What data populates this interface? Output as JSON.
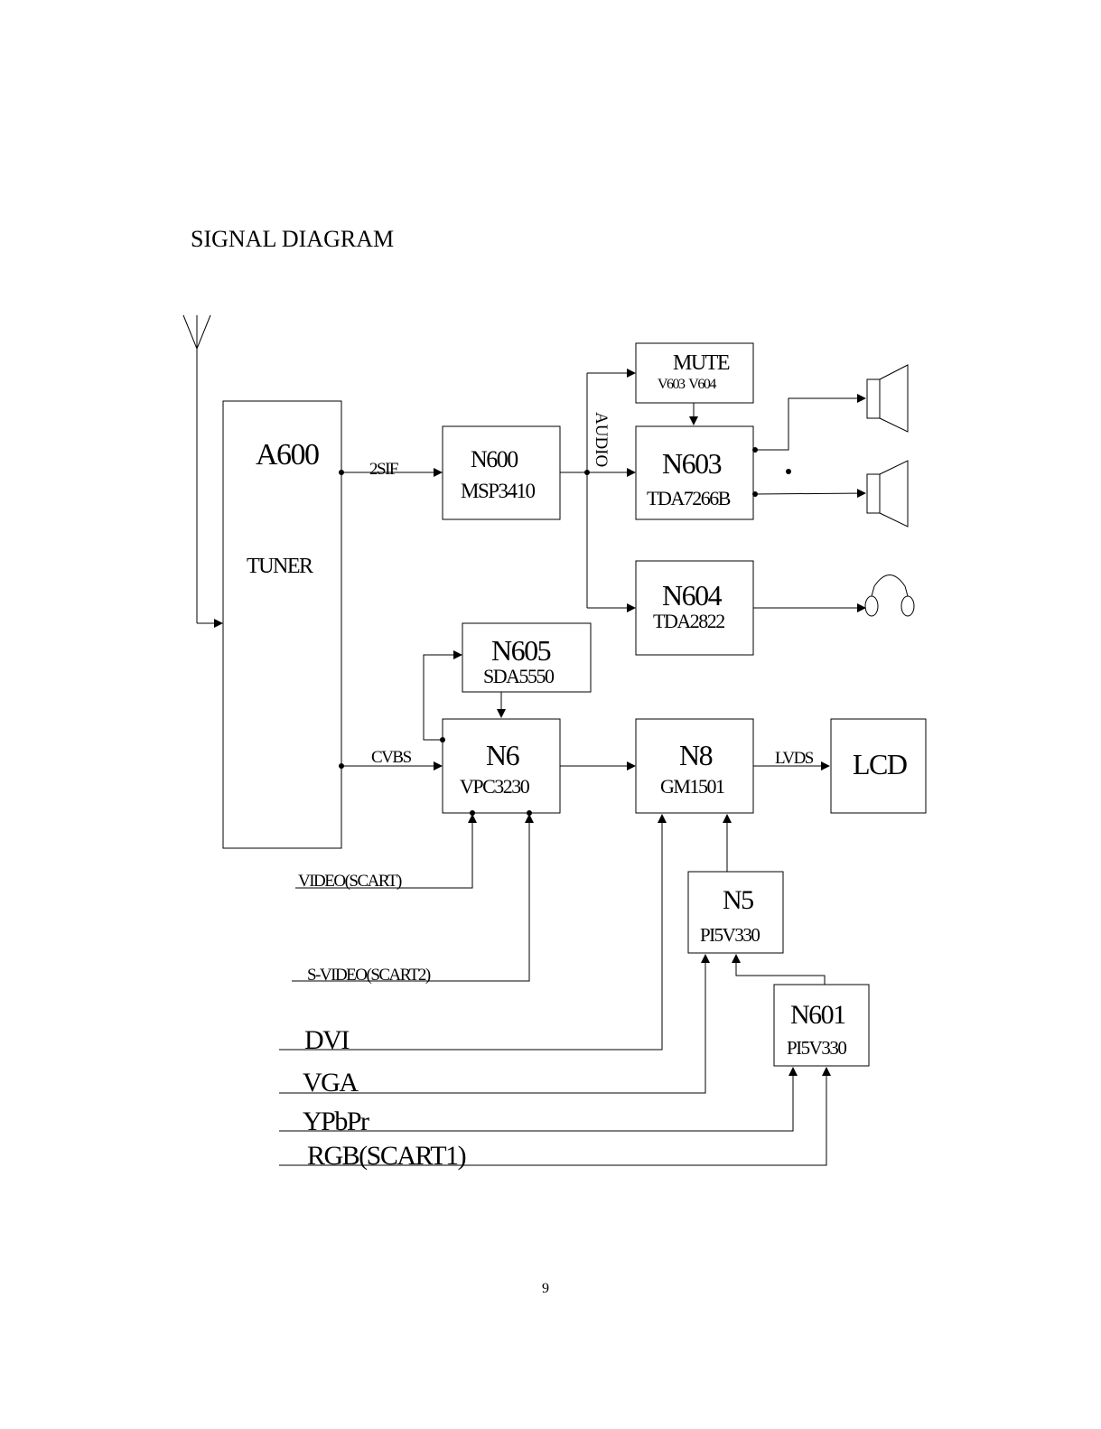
{
  "page": {
    "title": "SIGNAL DIAGRAM",
    "page_number": "9"
  },
  "blocks": {
    "tuner": {
      "name": "A600",
      "part": "TUNER"
    },
    "n600": {
      "name": "N600",
      "part": "MSP3410"
    },
    "mute": {
      "name": "MUTE",
      "part": "V603  V604"
    },
    "n603": {
      "name": "N603",
      "part": "TDA7266B"
    },
    "n604": {
      "name": "N604",
      "part": "TDA2822"
    },
    "n605": {
      "name": "N605",
      "part": "SDA5550"
    },
    "n6": {
      "name": "N6",
      "part": "VPC3230"
    },
    "n8": {
      "name": "N8",
      "part": "GM1501"
    },
    "lcd": {
      "name": "LCD"
    },
    "n5": {
      "name": "N5",
      "part": "PI5V330"
    },
    "n601": {
      "name": "N601",
      "part": "PI5V330"
    }
  },
  "signals": {
    "sif": "2SIF",
    "cvbs": "CVBS",
    "audio": "AUDIO",
    "lvds": "LVDS"
  },
  "inputs": {
    "video_scart": "VIDEO(SCART)",
    "svideo_scart2": "S-VIDEO(SCART2)",
    "dvi": "DVI",
    "vga": "VGA",
    "ypbpr": "YPbPr",
    "rgb_scart1": "RGB(SCART1)"
  },
  "outputs": {
    "speaker_top": "speaker-icon",
    "speaker_bottom": "speaker-icon",
    "headphones": "headphones-icon",
    "antenna": "antenna-icon"
  }
}
